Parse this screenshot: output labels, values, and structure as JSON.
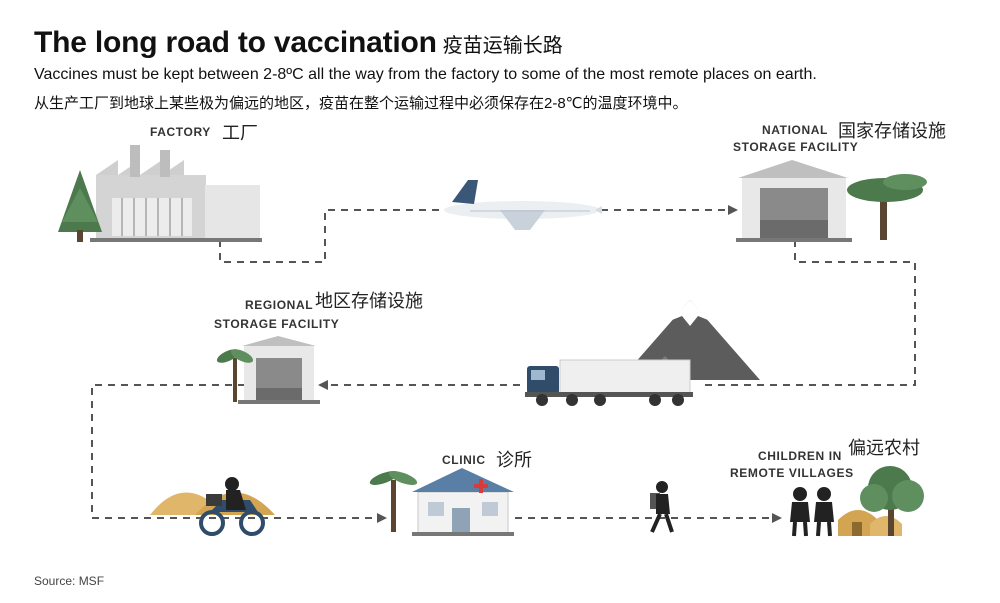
{
  "title": {
    "en": "The long road to vaccination",
    "zh": "疫苗运输长路"
  },
  "subtitle_en": "Vaccines must be kept between 2-8ºC all the way from the factory to some of the most remote places on earth.",
  "subtitle_zh": "从生产工厂到地球上某些极为偏远的地区，疫苗在整个运输过程中必须保存在2-8℃的温度环境中。",
  "stages": {
    "factory": {
      "en": "FACTORY",
      "zh": "工厂"
    },
    "national": {
      "en_line1": "NATIONAL",
      "en_line2": "STORAGE FACILITY",
      "zh": "国家存储设施"
    },
    "regional": {
      "en_line1": "REGIONAL",
      "en_line2": "STORAGE FACILITY",
      "zh": "地区存储设施"
    },
    "clinic": {
      "en": "CLINIC",
      "zh": "诊所"
    },
    "villages": {
      "en_line1": "CHILDREN IN",
      "en_line2": "REMOTE VILLAGES",
      "zh": "偏远农村"
    }
  },
  "source": "Source: MSF",
  "colors": {
    "path": "#555555",
    "building": "#d9d9d9",
    "tree": "#4c7a4c",
    "clinic_roof": "#5a7fa6",
    "cross": "#d93a3a"
  },
  "icons": [
    "factory-icon",
    "airplane-icon",
    "warehouse-icon",
    "truck-icon",
    "mountain-icon",
    "motorbike-icon",
    "clinic-icon",
    "walker-icon",
    "children-icon",
    "tree-icon",
    "palm-icon",
    "hut-icon"
  ]
}
